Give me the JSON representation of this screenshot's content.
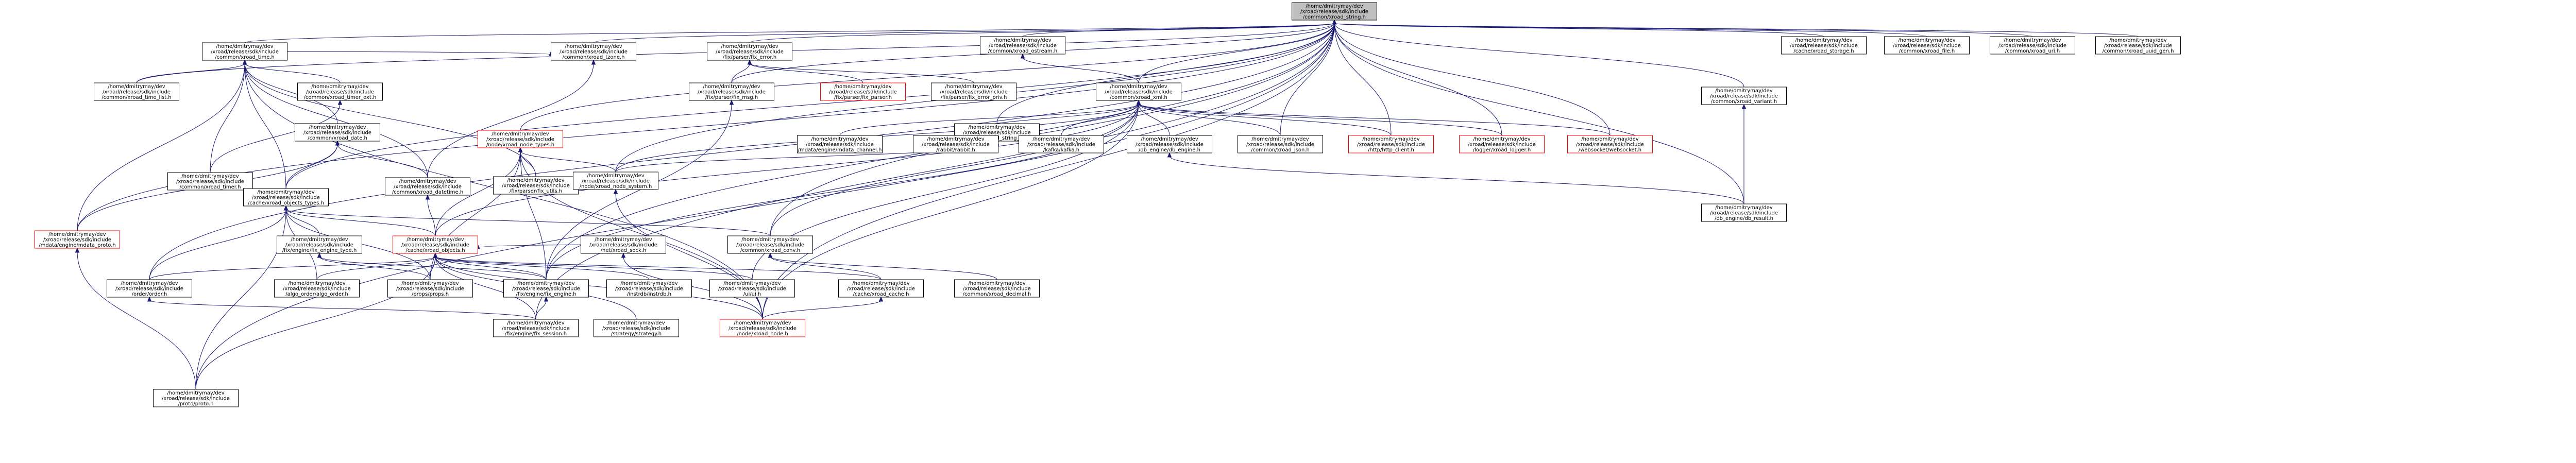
{
  "colors": {
    "root_fill": "#bfbfbf",
    "node_fill": "#ffffff",
    "node_border": "#000000",
    "node_border_incomplete": "#ff0000",
    "edge": "#191970",
    "text": "#000000"
  },
  "nodes": [
    {
      "id": "root",
      "lines": [
        "/home/dmitrymay/dev",
        "/xroad/release/sdk/include",
        "/common/xroad_string.h"
      ],
      "root": true
    },
    {
      "id": "time_list",
      "lines": [
        "/home/dmitrymay/dev",
        "/xroad/release/sdk/include",
        "/common/xroad_time_list.h"
      ]
    },
    {
      "id": "time",
      "lines": [
        "/home/dmitrymay/dev",
        "/xroad/release/sdk/include",
        "/common/xroad_time.h"
      ]
    },
    {
      "id": "tzone",
      "lines": [
        "/home/dmitrymay/dev",
        "/xroad/release/sdk/include",
        "/common/xroad_tzone.h"
      ]
    },
    {
      "id": "fix_error",
      "lines": [
        "/home/dmitrymay/dev",
        "/xroad/release/sdk/include",
        "/fix/parser/fix_error.h"
      ]
    },
    {
      "id": "ostream",
      "lines": [
        "/home/dmitrymay/dev",
        "/xroad/release/sdk/include",
        "/common/xroad_ostream.h"
      ]
    },
    {
      "id": "xml",
      "lines": [
        "/home/dmitrymay/dev",
        "/xroad/release/sdk/include",
        "/common/xroad_xml.h"
      ]
    },
    {
      "id": "storage",
      "lines": [
        "/home/dmitrymay/dev",
        "/xroad/release/sdk/include",
        "/cache/xroad_storage.h"
      ]
    },
    {
      "id": "file",
      "lines": [
        "/home/dmitrymay/dev",
        "/xroad/release/sdk/include",
        "/common/xroad_file.h"
      ]
    },
    {
      "id": "uri",
      "lines": [
        "/home/dmitrymay/dev",
        "/xroad/release/sdk/include",
        "/common/xroad_uri.h"
      ]
    },
    {
      "id": "uuid_gen",
      "lines": [
        "/home/dmitrymay/dev",
        "/xroad/release/sdk/include",
        "/common/xroad_uuid_gen.h"
      ]
    },
    {
      "id": "variant",
      "lines": [
        "/home/dmitrymay/dev",
        "/xroad/release/sdk/include",
        "/common/xroad_variant.h"
      ]
    },
    {
      "id": "fix_msg",
      "lines": [
        "/home/dmitrymay/dev",
        "/xroad/release/sdk/include",
        "/fix/parser/fix_msg.h"
      ]
    },
    {
      "id": "fix_parser",
      "lines": [
        "/home/dmitrymay/dev",
        "/xroad/release/sdk/include",
        "/fix/parser/fix_parser.h"
      ],
      "incomplete": true
    },
    {
      "id": "fix_error_priv",
      "lines": [
        "/home/dmitrymay/dev",
        "/xroad/release/sdk/include",
        "/fix/parser/fix_error_priv.h"
      ]
    },
    {
      "id": "string_decl",
      "lines": [
        "/home/dmitrymay/dev",
        "/xroad/release/sdk/include",
        "/common/xroad_string_decl.h"
      ]
    },
    {
      "id": "timer_ext",
      "lines": [
        "/home/dmitrymay/dev",
        "/xroad/release/sdk/include",
        "/common/xroad_timer_ext.h"
      ]
    },
    {
      "id": "date",
      "lines": [
        "/home/dmitrymay/dev",
        "/xroad/release/sdk/include",
        "/common/xroad_date.h"
      ]
    },
    {
      "id": "node_types",
      "lines": [
        "/home/dmitrymay/dev",
        "/xroad/release/sdk/include",
        "/node/xroad_node_types.h"
      ],
      "incomplete": true
    },
    {
      "id": "mdata_channel",
      "lines": [
        "/home/dmitrymay/dev",
        "/xroad/release/sdk/include",
        "/mdata/engine/mdata_channel.h"
      ]
    },
    {
      "id": "rabbit",
      "lines": [
        "/home/dmitrymay/dev",
        "/xroad/release/sdk/include",
        "/rabbit/rabbit.h"
      ]
    },
    {
      "id": "kafka",
      "lines": [
        "/home/dmitrymay/dev",
        "/xroad/release/sdk/include",
        "/kafka/kafka.h"
      ]
    },
    {
      "id": "db_engine",
      "lines": [
        "/home/dmitrymay/dev",
        "/xroad/release/sdk/include",
        "/db_engine/db_engine.h"
      ]
    },
    {
      "id": "json",
      "lines": [
        "/home/dmitrymay/dev",
        "/xroad/release/sdk/include",
        "/common/xroad_json.h"
      ]
    },
    {
      "id": "http_client",
      "lines": [
        "/home/dmitrymay/dev",
        "/xroad/release/sdk/include",
        "/http/http_client.h"
      ],
      "incomplete": true
    },
    {
      "id": "logger",
      "lines": [
        "/home/dmitrymay/dev",
        "/xroad/release/sdk/include",
        "/logger/xroad_logger.h"
      ],
      "incomplete": true
    },
    {
      "id": "websocket",
      "lines": [
        "/home/dmitrymay/dev",
        "/xroad/release/sdk/include",
        "/websocket/websocket.h"
      ],
      "incomplete": true
    },
    {
      "id": "timer",
      "lines": [
        "/home/dmitrymay/dev",
        "/xroad/release/sdk/include",
        "/common/xroad_timer.h"
      ]
    },
    {
      "id": "objects_types",
      "lines": [
        "/home/dmitrymay/dev",
        "/xroad/release/sdk/include",
        "/cache/xroad_objects_types.h"
      ]
    },
    {
      "id": "datetime",
      "lines": [
        "/home/dmitrymay/dev",
        "/xroad/release/sdk/include",
        "/common/xroad_datetime.h"
      ]
    },
    {
      "id": "fix_utils",
      "lines": [
        "/home/dmitrymay/dev",
        "/xroad/release/sdk/include",
        "/fix/parser/fix_utils.h"
      ]
    },
    {
      "id": "node_system",
      "lines": [
        "/home/dmitrymay/dev",
        "/xroad/release/sdk/include",
        "/node/xroad_node_system.h"
      ]
    },
    {
      "id": "db_result",
      "lines": [
        "/home/dmitrymay/dev",
        "/xroad/release/sdk/include",
        "/db_engine/db_result.h"
      ]
    },
    {
      "id": "mdata_proto",
      "lines": [
        "/home/dmitrymay/dev",
        "/xroad/release/sdk/include",
        "/mdata/engine/mdata_proto.h"
      ],
      "incomplete": true
    },
    {
      "id": "fix_engine_type",
      "lines": [
        "/home/dmitrymay/dev",
        "/xroad/release/sdk/include",
        "/fix/engine/fix_engine_type.h"
      ]
    },
    {
      "id": "objects",
      "lines": [
        "/home/dmitrymay/dev",
        "/xroad/release/sdk/include",
        "/cache/xroad_objects.h"
      ],
      "incomplete": true
    },
    {
      "id": "xroad_sock",
      "lines": [
        "/home/dmitrymay/dev",
        "/xroad/release/sdk/include",
        "/net/xroad_sock.h"
      ]
    },
    {
      "id": "conv",
      "lines": [
        "/home/dmitrymay/dev",
        "/xroad/release/sdk/include",
        "/common/xroad_conv.h"
      ]
    },
    {
      "id": "order",
      "lines": [
        "/home/dmitrymay/dev",
        "/xroad/release/sdk/include",
        "/order/order.h"
      ]
    },
    {
      "id": "algo_order",
      "lines": [
        "/home/dmitrymay/dev",
        "/xroad/release/sdk/include",
        "/algo_order/algo_order.h"
      ]
    },
    {
      "id": "props",
      "lines": [
        "/home/dmitrymay/dev",
        "/xroad/release/sdk/include",
        "/props/props.h"
      ]
    },
    {
      "id": "fix_engine",
      "lines": [
        "/home/dmitrymay/dev",
        "/xroad/release/sdk/include",
        "/fix/engine/fix_engine.h"
      ]
    },
    {
      "id": "instr_db",
      "lines": [
        "/home/dmitrymay/dev",
        "/xroad/release/sdk/include",
        "/instrdb/instrdb.h"
      ]
    },
    {
      "id": "ui",
      "lines": [
        "/home/dmitrymay/dev",
        "/xroad/release/sdk/include",
        "/ui/ui.h"
      ]
    },
    {
      "id": "cache",
      "lines": [
        "/home/dmitrymay/dev",
        "/xroad/release/sdk/include",
        "/cache/xroad_cache.h"
      ]
    },
    {
      "id": "decimal",
      "lines": [
        "/home/dmitrymay/dev",
        "/xroad/release/sdk/include",
        "/common/xroad_decimal.h"
      ]
    },
    {
      "id": "fix_session",
      "lines": [
        "/home/dmitrymay/dev",
        "/xroad/release/sdk/include",
        "/fix/engine/fix_session.h"
      ]
    },
    {
      "id": "strategy",
      "lines": [
        "/home/dmitrymay/dev",
        "/xroad/release/sdk/include",
        "/strategy/strategy.h"
      ]
    },
    {
      "id": "node",
      "lines": [
        "/home/dmitrymay/dev",
        "/xroad/release/sdk/include",
        "/node/xroad_node.h"
      ],
      "incomplete": true
    },
    {
      "id": "proto",
      "lines": [
        "/home/dmitrymay/dev",
        "/xroad/release/sdk/include",
        "/proto/proto.h"
      ]
    }
  ],
  "edges": [
    [
      "time_list",
      "root"
    ],
    [
      "time",
      "root"
    ],
    [
      "tzone",
      "root"
    ],
    [
      "fix_error",
      "root"
    ],
    [
      "ostream",
      "root"
    ],
    [
      "xml",
      "root"
    ],
    [
      "storage",
      "root"
    ],
    [
      "file",
      "root"
    ],
    [
      "uri",
      "root"
    ],
    [
      "uuid_gen",
      "root"
    ],
    [
      "variant",
      "root"
    ],
    [
      "string_decl",
      "root"
    ],
    [
      "json",
      "root"
    ],
    [
      "http_client",
      "root"
    ],
    [
      "logger",
      "root"
    ],
    [
      "websocket",
      "root"
    ],
    [
      "node_types",
      "root"
    ],
    [
      "objects_types",
      "root"
    ],
    [
      "node_system",
      "root"
    ],
    [
      "db_result",
      "root"
    ],
    [
      "mdata_proto",
      "root"
    ],
    [
      "fix_msg",
      "root"
    ],
    [
      "conv",
      "root"
    ],
    [
      "order",
      "root"
    ],
    [
      "fix_engine",
      "root"
    ],
    [
      "fix_session",
      "root"
    ],
    [
      "node",
      "root"
    ],
    [
      "proto",
      "root"
    ],
    [
      "time",
      "tzone"
    ],
    [
      "datetime",
      "tzone"
    ],
    [
      "fix_msg",
      "fix_error"
    ],
    [
      "fix_parser",
      "fix_error"
    ],
    [
      "fix_error_priv",
      "fix_error"
    ],
    [
      "xml",
      "ostream"
    ],
    [
      "time_list",
      "time"
    ],
    [
      "timer_ext",
      "time"
    ],
    [
      "date",
      "time"
    ],
    [
      "timer",
      "time"
    ],
    [
      "objects_types",
      "time"
    ],
    [
      "datetime",
      "time"
    ],
    [
      "mdata_proto",
      "time"
    ],
    [
      "fix_utils",
      "time"
    ],
    [
      "node",
      "time"
    ],
    [
      "mdata_channel",
      "xml"
    ],
    [
      "rabbit",
      "xml"
    ],
    [
      "kafka",
      "xml"
    ],
    [
      "db_engine",
      "xml"
    ],
    [
      "json",
      "xml"
    ],
    [
      "http_client",
      "xml"
    ],
    [
      "logger",
      "xml"
    ],
    [
      "websocket",
      "xml"
    ],
    [
      "node_system",
      "xml"
    ],
    [
      "objects",
      "xml"
    ],
    [
      "ui",
      "xml"
    ],
    [
      "conv",
      "xml"
    ],
    [
      "node",
      "xml"
    ],
    [
      "fix_engine",
      "xml"
    ],
    [
      "db_result",
      "variant"
    ],
    [
      "db_result",
      "db_engine"
    ],
    [
      "node_system",
      "string_decl"
    ],
    [
      "timer",
      "timer_ext"
    ],
    [
      "objects_types",
      "date"
    ],
    [
      "datetime",
      "date"
    ],
    [
      "mdata_proto",
      "date"
    ],
    [
      "fix_utils",
      "node_types"
    ],
    [
      "node_system",
      "node_types"
    ],
    [
      "objects",
      "node_types"
    ],
    [
      "props",
      "node_types"
    ],
    [
      "fix_engine",
      "node_types"
    ],
    [
      "node",
      "node_types"
    ],
    [
      "fix_engine",
      "fix_msg"
    ],
    [
      "fix_engine_type",
      "objects_types"
    ],
    [
      "objects",
      "objects_types"
    ],
    [
      "order",
      "objects_types"
    ],
    [
      "algo_order",
      "objects_types"
    ],
    [
      "props",
      "objects_types"
    ],
    [
      "conv",
      "objects_types"
    ],
    [
      "proto",
      "objects_types"
    ],
    [
      "objects",
      "datetime"
    ],
    [
      "node",
      "node_system"
    ],
    [
      "proto",
      "mdata_proto"
    ],
    [
      "fix_engine",
      "fix_engine_type"
    ],
    [
      "props",
      "fix_engine_type"
    ],
    [
      "order",
      "objects"
    ],
    [
      "algo_order",
      "objects"
    ],
    [
      "props",
      "objects"
    ],
    [
      "fix_engine",
      "objects"
    ],
    [
      "instr_db",
      "objects"
    ],
    [
      "ui",
      "objects"
    ],
    [
      "cache",
      "objects"
    ],
    [
      "strategy",
      "objects"
    ],
    [
      "node",
      "objects"
    ],
    [
      "proto",
      "objects"
    ],
    [
      "fix_session",
      "objects"
    ],
    [
      "node",
      "xroad_sock"
    ],
    [
      "xroad_sock",
      "objects"
    ],
    [
      "decimal",
      "conv"
    ],
    [
      "cache",
      "conv"
    ],
    [
      "fix_session",
      "order"
    ],
    [
      "fix_session",
      "fix_engine"
    ],
    [
      "node",
      "cache"
    ]
  ]
}
